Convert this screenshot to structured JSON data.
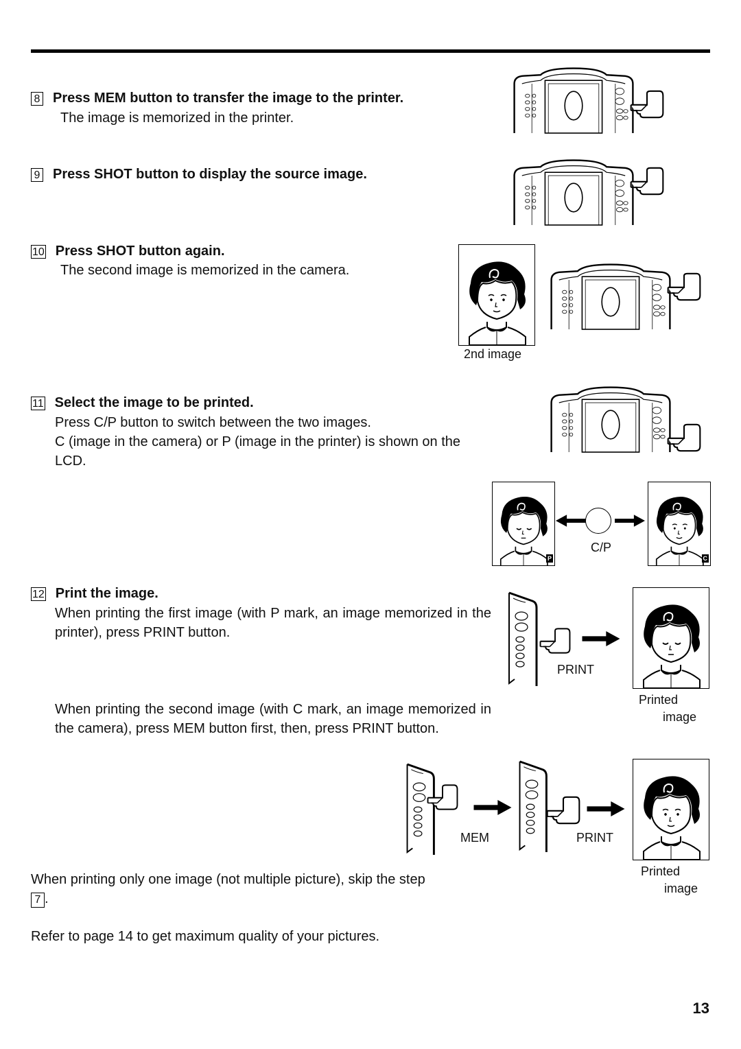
{
  "steps": [
    {
      "num": "8",
      "title": "Press MEM button to transfer the image to the printer.",
      "text": "The image is memorized in the printer."
    },
    {
      "num": "9",
      "title": "Press SHOT button to display the source image."
    },
    {
      "num": "10",
      "title": "Press SHOT button again.",
      "text": "The second image is memorized in the camera."
    },
    {
      "num": "11",
      "title": "Select the image to be printed.",
      "text1": "Press C/P button to switch between the two images.",
      "text2": " C  (image in the camera) or  P  (image in the printer) is shown on the LCD."
    },
    {
      "num": "12",
      "title": "Print the image.",
      "text1": "When printing the first image (with  P  mark, an image memorized in the printer), press PRINT button.",
      "text2": "When printing the second image (with  C  mark, an image memorized in the camera), press MEM button first, then, press PRINT button."
    }
  ],
  "captions": {
    "second_image": "2nd image",
    "cp": "C/P",
    "print1": "PRINT",
    "printed1": "Printed",
    "image1": "image",
    "mem": "MEM",
    "print2": "PRINT",
    "printed2": "Printed",
    "image2": "image",
    "mark_p": "P",
    "mark_c": "C"
  },
  "footer": {
    "note_before": "When printing only one image (not multiple picture), skip the step",
    "note_step": "7",
    "note_after": ".",
    "refer": "Refer to page 14 to get maximum quality of your pictures."
  },
  "page_number": "13"
}
